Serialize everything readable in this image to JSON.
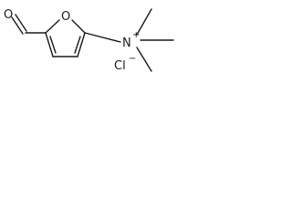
{
  "molecule": {
    "formyl_oxygen": "O",
    "ring_oxygen": "O",
    "nitrogen": "N",
    "nitrogen_charge": "+",
    "counterion": "Cl",
    "counterion_charge": "−"
  }
}
